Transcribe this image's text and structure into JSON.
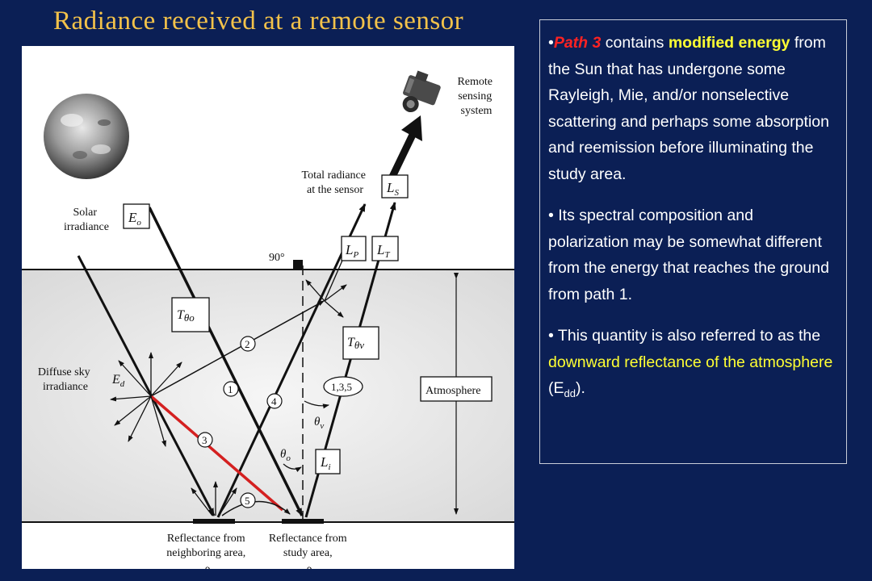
{
  "title": "Radiance received at a remote sensor",
  "diagram": {
    "sensor_label": [
      "Remote",
      "sensing",
      "system"
    ],
    "total_radiance_label": [
      "Total radiance",
      "at the sensor"
    ],
    "solar_label": [
      "Solar",
      "irradiance"
    ],
    "diffuse_label": [
      "Diffuse sky",
      "irradiance"
    ],
    "atmosphere_label": "Atmosphere",
    "angle_90": "90°",
    "neighbor_label": [
      "Reflectance from",
      "neighboring area,",
      "ρ"
    ],
    "study_label": [
      "Reflectance from",
      "study area,",
      "ρ"
    ],
    "box_LS": "L",
    "box_LS_sub": "S",
    "box_Eo": "E",
    "box_Eo_sub": "o",
    "box_LP": "L",
    "box_LP_sub": "P",
    "box_LT": "L",
    "box_LT_sub": "T",
    "box_To": "T",
    "box_To_sub": "θo",
    "box_Tv": "T",
    "box_Tv_sub": "θv",
    "box_Li": "L",
    "box_Li_sub": "i",
    "Ed": "E",
    "Ed_sub": "d",
    "theta_v": "θ",
    "theta_v_sub": "v",
    "theta_o": "θ",
    "theta_o_sub": "o",
    "path_numbers": [
      "1",
      "2",
      "3",
      "4",
      "5"
    ],
    "path_135": "1,3,5"
  },
  "panel": {
    "p1_path": "Path",
    "p1_num": "3",
    "p1_a": " contains ",
    "p1_mod": "modified energy",
    "p1_b": " from the Sun that has undergone some Rayleigh, Mie, and/or nonselective scattering and perhaps some absorption and reemission before illuminating the study area.",
    "p2": "Its spectral composition and polarization may be somewhat different from the energy that reaches the ground from path 1.",
    "p3_a": "This quantity is also referred to as the ",
    "p3_hl": "downward reflectance of the atmosphere",
    "p3_b": " (E",
    "p3_sub": "dd",
    "p3_c": ")."
  },
  "colors": {
    "background": "#0b1f55",
    "title": "#f3c24a",
    "highlight": "#ffff33",
    "red": "#ff2222"
  }
}
